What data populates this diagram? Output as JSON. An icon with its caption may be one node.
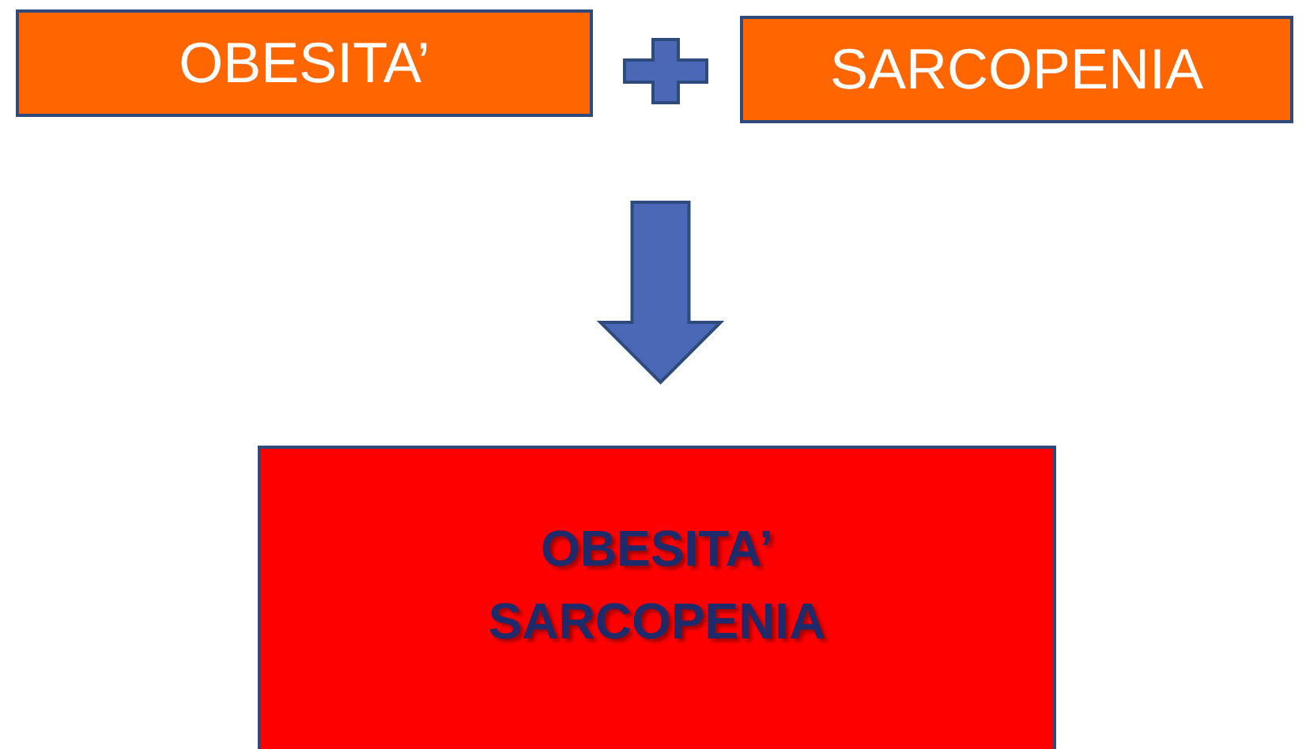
{
  "diagram": {
    "nodes": [
      {
        "text": [
          "OBESITA’"
        ]
      },
      {
        "text": [
          "SARCOPENIA"
        ]
      },
      {
        "text": [
          "OBESITA’ SARCOPENIA"
        ]
      }
    ],
    "edges": [
      {
        "from": 0,
        "to": 2,
        "arrow": "to"
      },
      {
        "from": 1,
        "to": 2,
        "arrow": "to"
      }
    ]
  }
}
